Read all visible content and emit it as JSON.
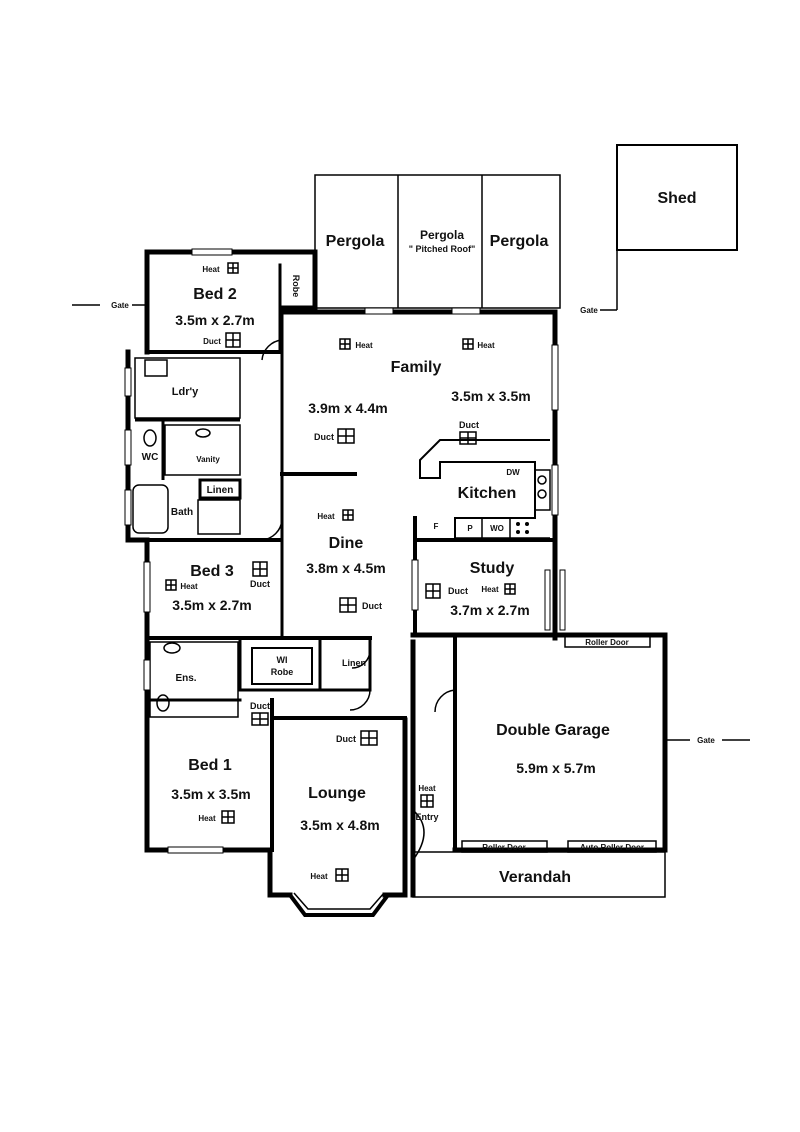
{
  "rooms": {
    "shed": "Shed",
    "pergola_left": "Pergola",
    "pergola_mid_1": "Pergola",
    "pergola_mid_2": "\" Pitched Roof\"",
    "pergola_right": "Pergola",
    "bed2": "Bed 2",
    "bed2_dim": "3.5m x 2.7m",
    "robe": "Robe",
    "family": "Family",
    "family_dim_left": "3.9m x 4.4m",
    "family_dim_right": "3.5m x 3.5m",
    "ldry": "Ldr'y",
    "wc": "WC",
    "vanity": "Vanity",
    "linen_bath": "Linen",
    "bath": "Bath",
    "kitchen": "Kitchen",
    "dine": "Dine",
    "dine_dim": "3.8m x 4.5m",
    "bed3": "Bed 3",
    "bed3_dim": "3.5m x 2.7m",
    "study": "Study",
    "study_dim": "3.7m x 2.7m",
    "ens": "Ens.",
    "wi_robe_1": "WI",
    "wi_robe_2": "Robe",
    "linen_hall": "Linen",
    "double_garage": "Double Garage",
    "garage_dim": "5.9m x 5.7m",
    "bed1": "Bed 1",
    "bed1_dim": "3.5m x 3.5m",
    "lounge": "Lounge",
    "lounge_dim": "3.5m x 4.8m",
    "entry": "Entry",
    "verandah": "Verandah"
  },
  "labels": {
    "heat": "Heat",
    "duct": "Duct",
    "gate": "Gate",
    "roller_door": "Roller Door",
    "auto_roller_door": "Auto Roller Door",
    "dw": "DW",
    "f": "F",
    "p": "P",
    "wo": "WO"
  }
}
